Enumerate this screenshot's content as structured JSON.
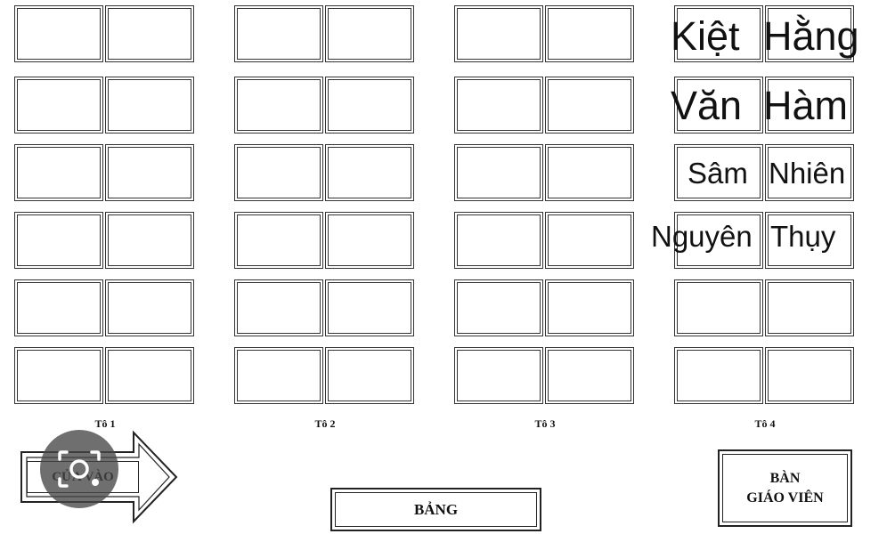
{
  "groups": [
    {
      "label": "Tô 1"
    },
    {
      "label": "Tô 2"
    },
    {
      "label": "Tô 3"
    },
    {
      "label": "Tô 4"
    }
  ],
  "names": [
    "Kiệt",
    "Hằng",
    "Văn",
    "Hàm",
    "Sâm",
    "Nhiên",
    "Nguyên",
    "Thụy"
  ],
  "labels": {
    "door": "CỬA VÀO",
    "board": "BẢNG",
    "teacher_desk_line1": "BÀN",
    "teacher_desk_line2": "GIÁO VIÊN"
  },
  "icons": {
    "lens": "image-search-icon"
  }
}
